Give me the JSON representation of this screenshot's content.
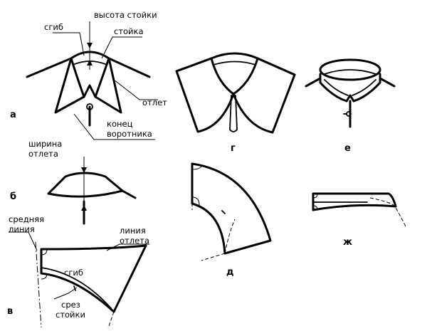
{
  "labels": {
    "stand_height": "высота стойки",
    "fold": "сгиб",
    "stand": "стойка",
    "fall": "отлет",
    "collar_end_1": "конец",
    "collar_end_2": "воротника",
    "fall_width_1": "ширина",
    "fall_width_2": "отлета",
    "middle_line_1": "средняя",
    "middle_line_2": "линия",
    "fall_line_1": "линия",
    "fall_line_2": "отлета",
    "fold_v": "сгиб",
    "stand_cut_1": "срез",
    "stand_cut_2": "стойки"
  },
  "sections": {
    "a": "а",
    "b": "б",
    "v": "в",
    "g": "г",
    "d": "д",
    "e": "е",
    "zh": "ж"
  }
}
